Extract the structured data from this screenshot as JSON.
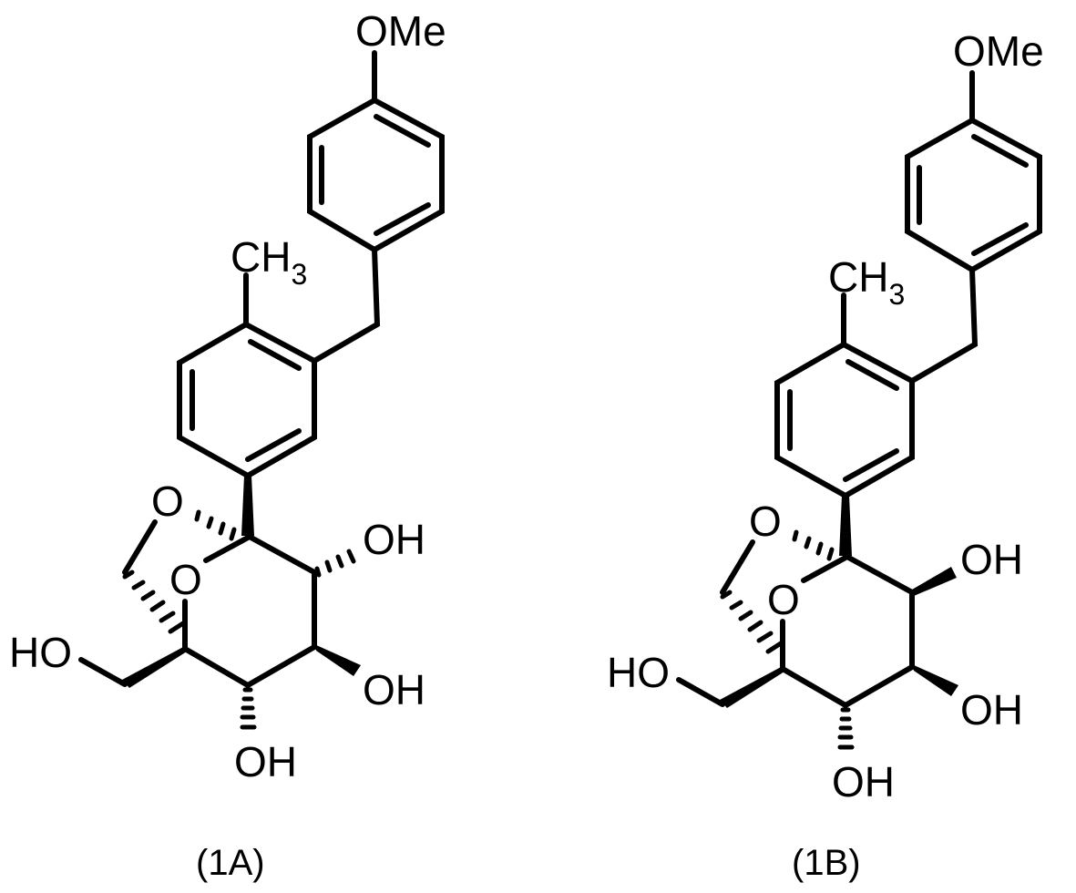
{
  "figure": {
    "structures": [
      {
        "id": "1A",
        "caption": "(1A)",
        "labels": {
          "methoxy": "OMe",
          "methyl": "CH",
          "methyl_sub": "3",
          "bridge_o": "O",
          "ring_o": "O",
          "oh_c2": "OH",
          "oh_c3": "OH",
          "oh_c4": "OH",
          "hydroxymethyl": "HO"
        },
        "stereo": {
          "c1_aryl": "wedge",
          "c1_bridge_o": "hash",
          "c2_oh": "hash",
          "c3_oh": "wedge",
          "c4_oh": "hash",
          "c5_ch2oh": "wedge",
          "c5_bridge_ch2": "hash"
        }
      },
      {
        "id": "1B",
        "caption": "(1B)",
        "labels": {
          "methoxy": "OMe",
          "methyl": "CH",
          "methyl_sub": "3",
          "bridge_o": "O",
          "ring_o": "O",
          "oh_c2": "OH",
          "oh_c3": "OH",
          "oh_c4": "OH",
          "hydroxymethyl": "HO"
        },
        "stereo": {
          "c1_aryl": "wedge",
          "c1_bridge_o": "hash",
          "c2_oh": "wedge",
          "c3_oh": "wedge",
          "c4_oh": "hash",
          "c5_ch2oh": "wedge",
          "c5_bridge_ch2": "hash"
        }
      }
    ]
  }
}
